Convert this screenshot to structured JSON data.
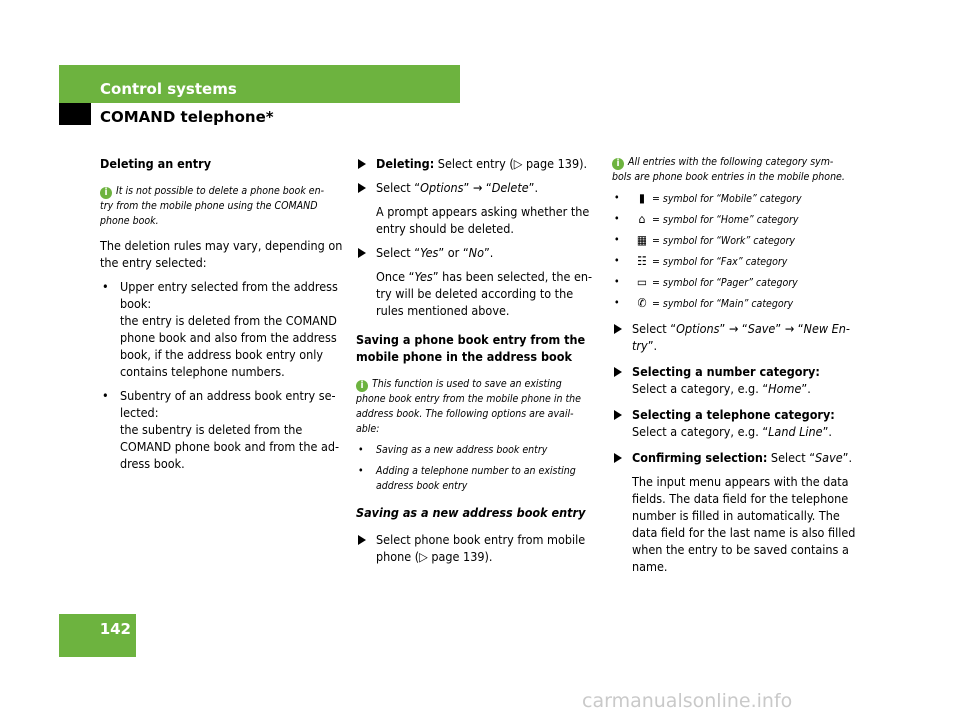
{
  "header": {
    "section": "Control systems",
    "subsection": "COMAND telephone*"
  },
  "page_number": "142",
  "watermark": "carmanualsonline.info",
  "col1": {
    "heading": "Deleting an entry",
    "note1": "It is not possible to delete a phone book en-",
    "note2": "try from the mobile phone using the COMAND",
    "note3": "phone book.",
    "p1a": "The deletion rules may vary, depending on",
    "p1b": "the entry selected:",
    "b1a": "Upper entry selected from the address",
    "b1b": "book:",
    "b1c": "the entry is deleted from the COMAND",
    "b1d": "phone book and also from the address",
    "b1e": "book, if the address book entry only",
    "b1f": "contains telephone numbers.",
    "b2a": "Subentry of an address book entry se-",
    "b2b": "lected:",
    "b2c": "the subentry is deleted from the",
    "b2d": "COMAND phone book and from the ad-",
    "b2e": "dress book."
  },
  "col2": {
    "s1_bold": "Deleting:",
    "s1_rest": " Select entry (▷ page 139).",
    "s2_pre": "Select “",
    "s2_opt": "Options",
    "s2_mid": "” → “",
    "s2_del": "Delete",
    "s2_end": "”.",
    "p1a": "A prompt appears asking whether the",
    "p1b": "entry should be deleted.",
    "s3_pre": "Select “",
    "s3_yes": "Yes",
    "s3_mid": "” or “",
    "s3_no": "No",
    "s3_end": "”.",
    "p2_pre": "Once “",
    "p2_yes": "Yes",
    "p2a": "” has been selected, the en-",
    "p2b": "try will be deleted according to the",
    "p2c": "rules mentioned above.",
    "h2a": "Saving a phone book entry from the",
    "h2b": "mobile phone in the address book",
    "note1": "This function is used to save an existing",
    "note2": "phone book entry from the mobile phone in the",
    "note3": "address book. The following options are avail-",
    "note4": "able:",
    "nb1": "Saving as a new address book entry",
    "nb2a": "Adding a telephone number to an existing",
    "nb2b": "address book entry",
    "h3": "Saving as a new address book entry",
    "s4a": "Select phone book entry from mobile",
    "s4b": "phone (▷ page 139)."
  },
  "col3": {
    "note1": "All entries with the following category sym-",
    "note2": "bols are phone book entries in the mobile phone.",
    "sym1": "= symbol for “Mobile” category",
    "sym2": "= symbol for “Home” category",
    "sym3": "= symbol for “Work” category",
    "sym4": "= symbol for “Fax” category",
    "sym5": "= symbol for “Pager” category",
    "sym6": "= symbol for “Main” category",
    "s1_pre": "Select “",
    "s1_opt": "Options",
    "s1_mid": "” → “",
    "s1_save": "Save",
    "s1_mid2": "” → “",
    "s1_new_a": "New En-",
    "s1_new_b": "try",
    "s1_end": "”.",
    "s2_bold": "Selecting a number category:",
    "s2_pre": "Select a category, e.g. “",
    "s2_it": "Home",
    "s2_end": "”.",
    "s3_bold": "Selecting a telephone category:",
    "s3_pre": "Select a category, e.g. “",
    "s3_it": "Land Line",
    "s3_end": "”.",
    "s4_bold": "Confirming selection:",
    "s4_pre": " Select “",
    "s4_it": "Save",
    "s4_end": "”.",
    "p1a": "The input menu appears with the data",
    "p1b": "fields. The data field for the telephone",
    "p1c": "number is filled in automatically. The",
    "p1d": "data field for the last name is also filled",
    "p1e": "when the entry to be saved contains a",
    "p1f": "name."
  }
}
